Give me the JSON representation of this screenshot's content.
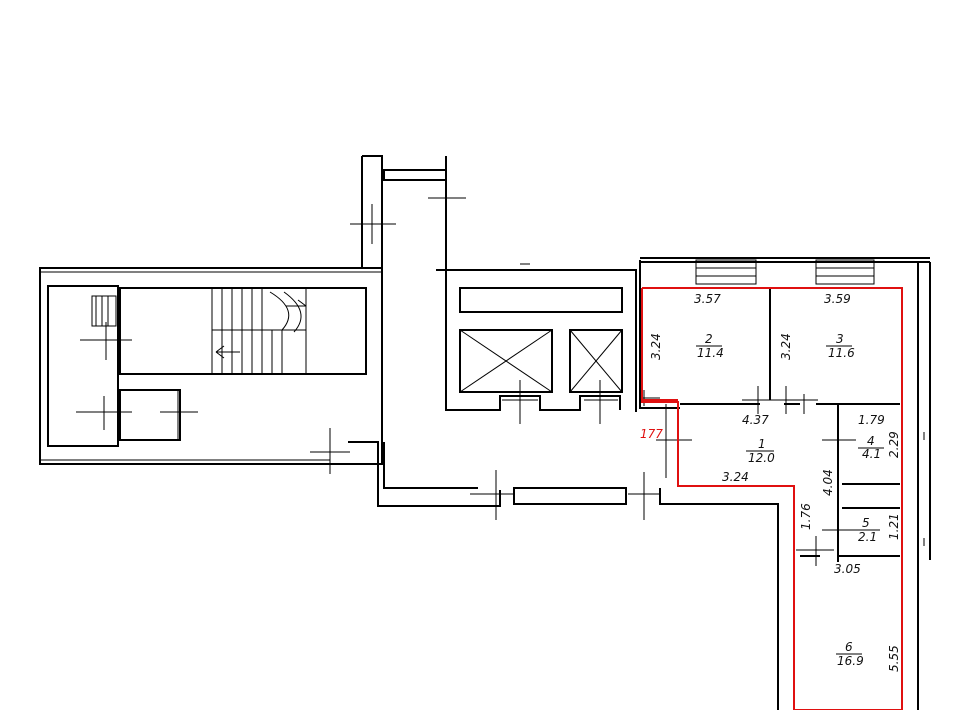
{
  "colors": {
    "walls": "#000000",
    "highlight": "#e01010",
    "background": "#ffffff"
  },
  "apartment_label": "177",
  "rooms": [
    {
      "number": "1",
      "area": "12.0"
    },
    {
      "number": "2",
      "area": "11.4"
    },
    {
      "number": "3",
      "area": "11.6"
    },
    {
      "number": "4",
      "area": "4.1"
    },
    {
      "number": "5",
      "area": "2.1"
    },
    {
      "number": "6",
      "area": "16.9"
    }
  ],
  "dimensions": {
    "room2_width": "3.57",
    "room2_depth": "3.24",
    "room3_width": "3.59",
    "room3_depth": "3.24",
    "hall_width": "4.37",
    "hall_bottom": "3.24",
    "hall_depth": "4.04",
    "corridor_depth": "1.76",
    "room4_width": "1.79",
    "room4_depth": "2.29",
    "room5_depth": "1.21",
    "room6_width": "3.05",
    "room6_depth": "5.55"
  }
}
